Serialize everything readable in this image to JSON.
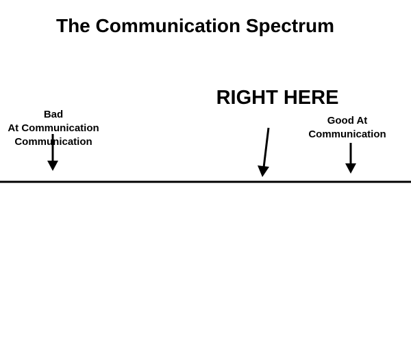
{
  "title": "The Communication Spectrum",
  "callout": "RIGHT HERE",
  "labels": {
    "bad": [
      "Bad",
      "At Communication",
      "Communication"
    ],
    "good": [
      "Good At",
      "Communication"
    ]
  },
  "colors": {
    "ink": "#000000",
    "background": "#ffffff"
  }
}
